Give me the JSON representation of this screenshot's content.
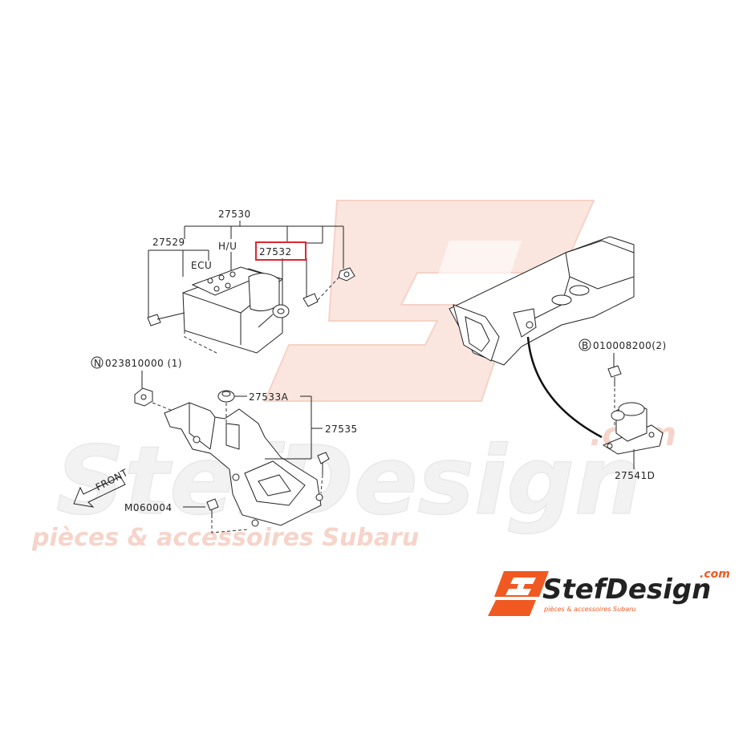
{
  "watermark": {
    "main_text": "StefDesign",
    "com_text": ".com",
    "tagline": "pièces & accessoires Subaru",
    "color": "#f4ccc2"
  },
  "logo": {
    "main_text": "StefDesign",
    "com_text": ".com",
    "tagline": "pièces & accessoires Subaru",
    "orange": "#f05a22",
    "dark": "#222222"
  },
  "diagram": {
    "callouts": {
      "assembly": "27530",
      "bracket_set": "27529",
      "hydraulic_unit": "H/U",
      "ecu": "ECU",
      "highlighted": "27532",
      "nut_ref": "023810000 (1)",
      "nut_symbol": "N",
      "grommet": "27533A",
      "bracket": "27535",
      "bolt_ref": "010008200(2)",
      "bolt_symbol": "B",
      "sensor": "27541D",
      "screw_ref": "M060004",
      "front": "FRONT"
    },
    "highlight_color": "#e0262f"
  }
}
